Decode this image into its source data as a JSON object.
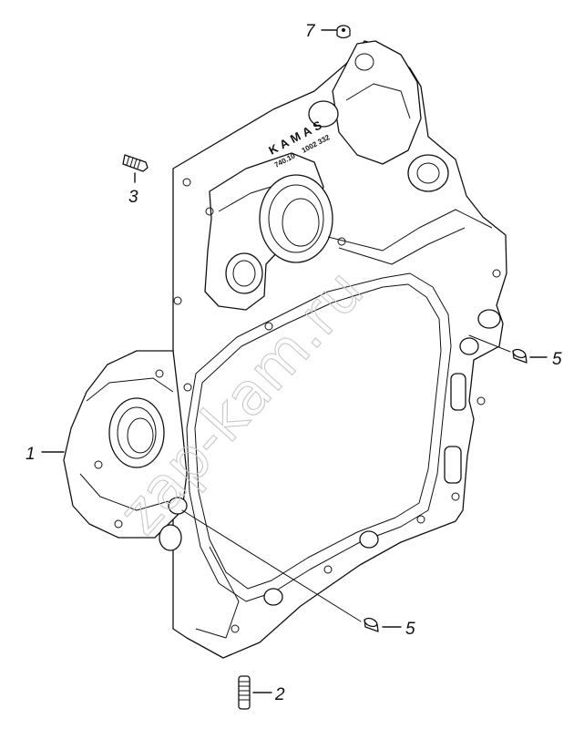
{
  "diagram": {
    "callouts": [
      {
        "id": "callout-1",
        "label": "1"
      },
      {
        "id": "callout-2",
        "label": "2"
      },
      {
        "id": "callout-3",
        "label": "3"
      },
      {
        "id": "callout-5a",
        "label": "5"
      },
      {
        "id": "callout-5b",
        "label": "5"
      },
      {
        "id": "callout-7",
        "label": "7"
      }
    ],
    "casting_mark": {
      "brand": "KAMAS",
      "part_number_1": "740.10",
      "part_number_2": "1002 332"
    },
    "watermark": "zap-kam.ru"
  }
}
